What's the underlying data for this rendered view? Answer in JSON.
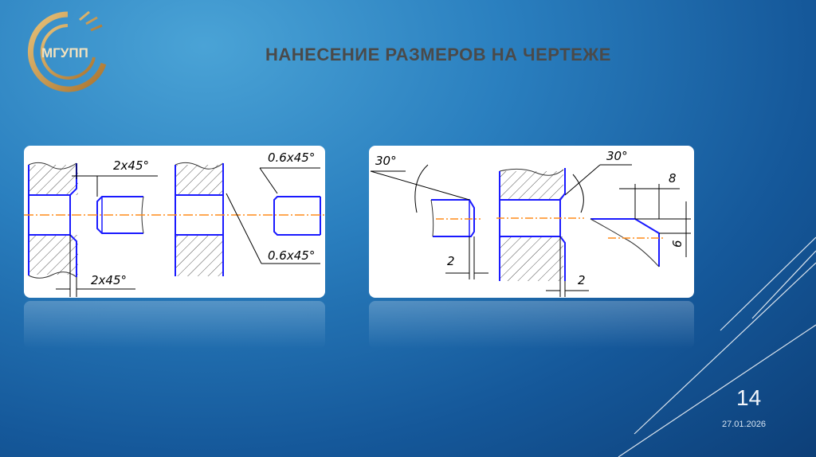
{
  "slide": {
    "title": "НАНЕСЕНИЕ РАЗМЕРОВ НА ЧЕРТЕЖЕ",
    "logo_text": "МГУПП",
    "page_number": "14",
    "date": "27.01.2026"
  },
  "drawing_left": {
    "dim_chamfer_top": "2x45°",
    "dim_chamfer_bottom": "2x45°",
    "dim_chamfer_small_top": "0.6x45°",
    "dim_chamfer_small_bottom": "0.6x45°"
  },
  "drawing_right": {
    "angle_left": "30°",
    "angle_right": "30°",
    "dim_left_2": "2",
    "dim_middle_2": "2",
    "dim_8": "8",
    "dim_6": "6"
  },
  "colors": {
    "contour": "#1a1aff",
    "axis": "#ff8c1a",
    "title": "#4a4a4a"
  }
}
